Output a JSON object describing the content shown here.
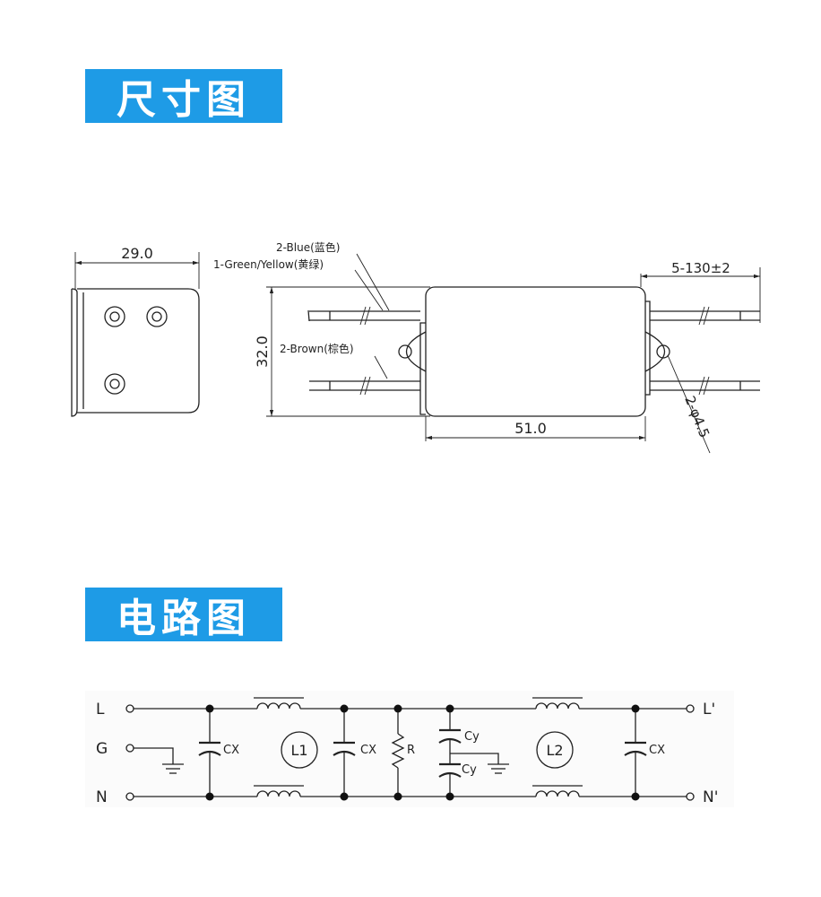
{
  "sections": {
    "dimension_title": "尺寸图",
    "circuit_title": "电路图"
  },
  "dimension_drawing": {
    "width_label": "29.0",
    "height_label": "32.0",
    "length_label": "51.0",
    "lead_length_label": "5-130±2",
    "hole_label": "2-φ4.5",
    "wire_blue": "2-Blue(蓝色)",
    "wire_green_yellow": "1-Green/Yellow(黄绿)",
    "wire_brown": "2-Brown(棕色)"
  },
  "circuit": {
    "terminal_l": "L",
    "terminal_g": "G",
    "terminal_n": "N",
    "terminal_l_out": "L'",
    "terminal_n_out": "N'",
    "cx1": "CX",
    "cx2": "CX",
    "cx3": "CX",
    "resistor": "R",
    "cy1": "Cy",
    "cy2": "Cy",
    "inductor1": "L1",
    "inductor2": "L2"
  }
}
